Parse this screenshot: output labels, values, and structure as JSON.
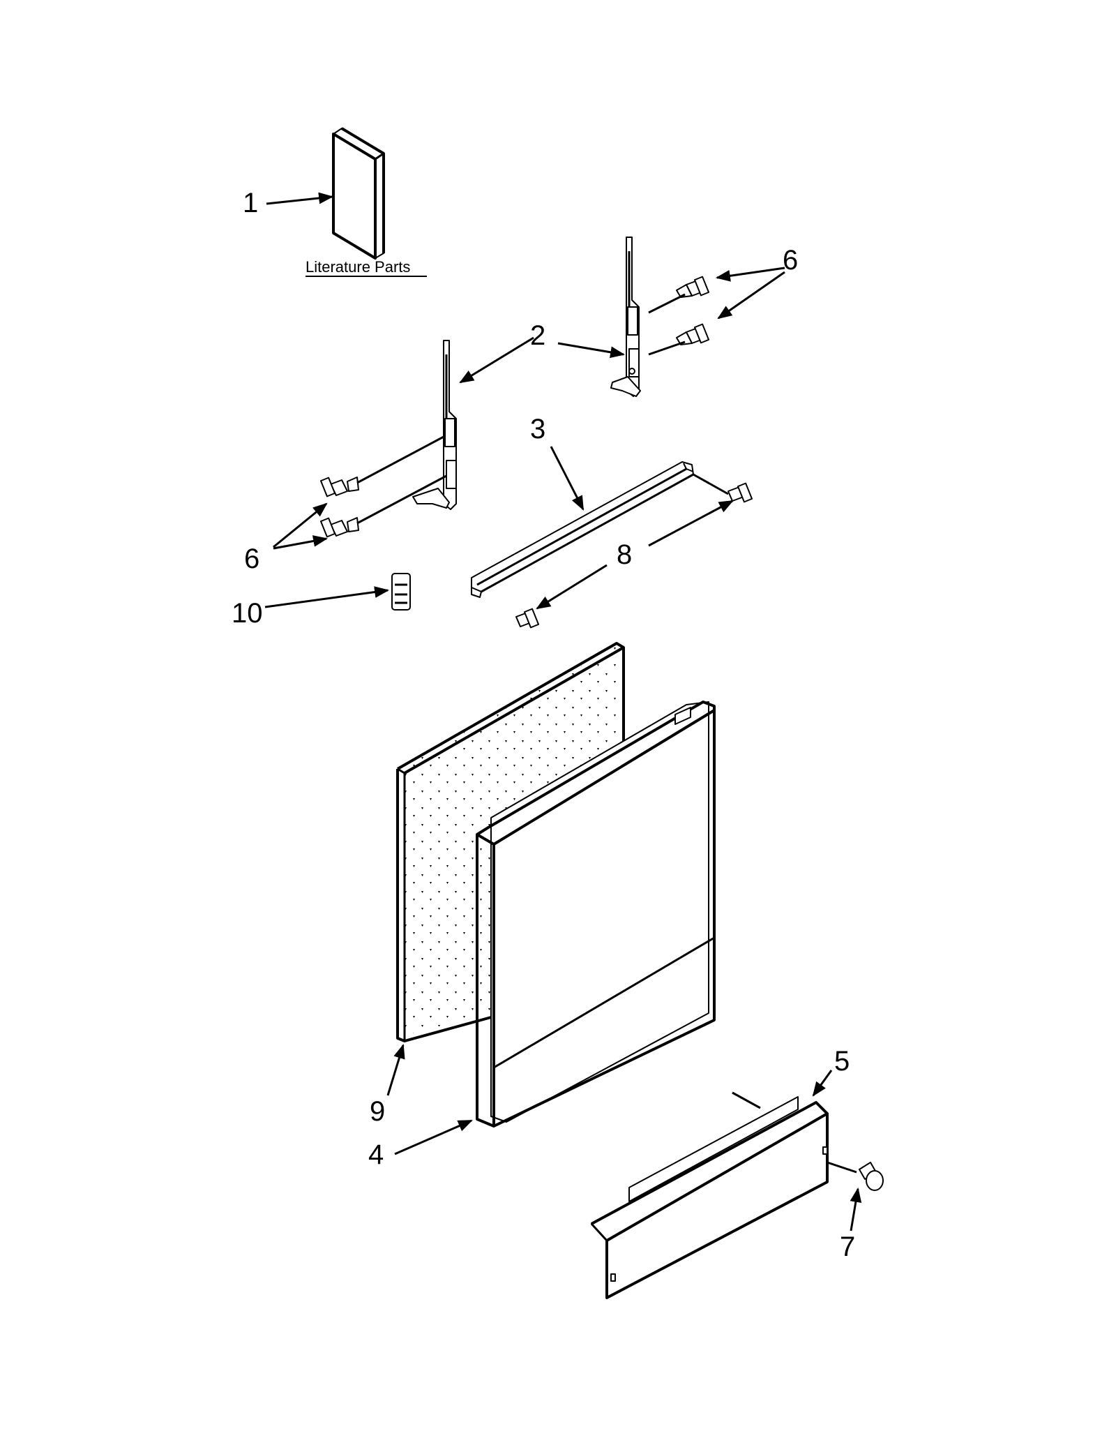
{
  "diagram": {
    "literature_label": "Literature Parts",
    "callouts": {
      "c1": "1",
      "c2": "2",
      "c3": "3",
      "c4": "4",
      "c5": "5",
      "c6a": "6",
      "c6b": "6",
      "c7": "7",
      "c8": "8",
      "c9": "9",
      "c10": "10"
    }
  }
}
